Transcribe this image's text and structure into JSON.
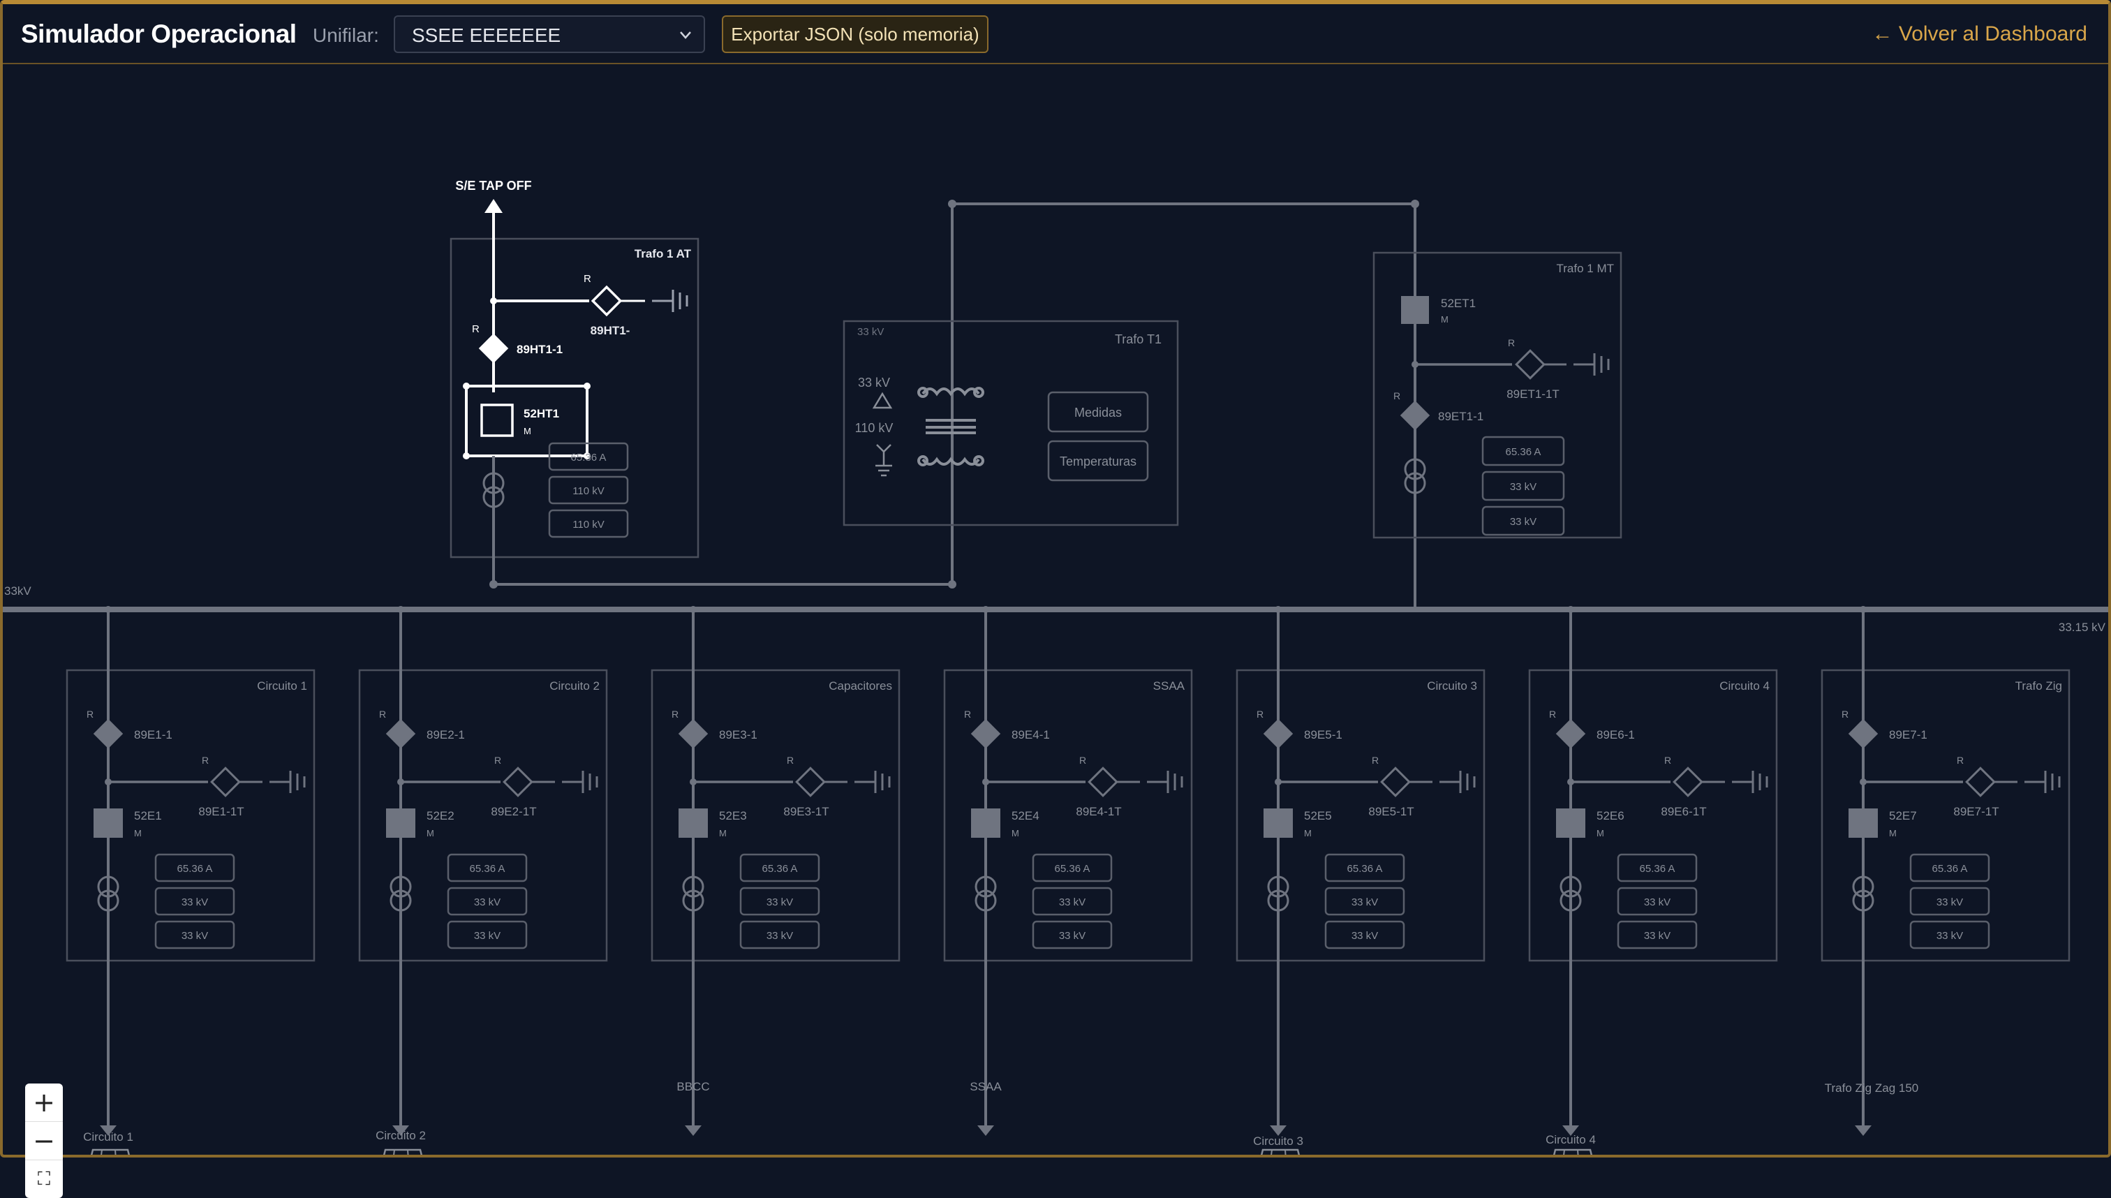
{
  "header": {
    "title": "Simulador Operacional",
    "unifilar_label": "Unifilar:",
    "unifilar_value": "SSEE ΕΕΕΕΕΕΕ",
    "export_button": "Exportar JSON (solo memoria)",
    "back_link": "← Volver al Dashboard"
  },
  "zoom": {
    "in": "+",
    "out": "−",
    "fit": "⛶"
  },
  "diagram": {
    "source": "S/E TAP OFF",
    "busbar_left_label": "33kV",
    "busbar_right_label": "33.15 kV",
    "trafo_at": {
      "title": "Trafo 1 AT",
      "disconnect": "89HT1-1",
      "ground_switch": "89HT1-",
      "breaker": "52HT1",
      "breaker_sub": "M",
      "r_mark": "R",
      "readings": [
        "65.36 A",
        "110 kV",
        "110 kV"
      ]
    },
    "trafo_t1": {
      "title": "Trafo T1",
      "corner_voltage": "33 kV",
      "hv_label": "33 kV",
      "lv_label": "110 kV",
      "btn_measures": "Medidas",
      "btn_temps": "Temperaturas"
    },
    "trafo_mt": {
      "title": "Trafo 1 MT",
      "breaker": "52ET1",
      "breaker_sub": "M",
      "ground_switch": "89ET1-1T",
      "disconnect": "89ET1-1",
      "r_mark": "R",
      "readings": [
        "65.36 A",
        "33 kV",
        "33 kV"
      ]
    },
    "feeders": [
      {
        "title": "Circuito 1",
        "disc": "89E1-1",
        "gnd": "89E1-1T",
        "brk": "52E1",
        "readings": [
          "65.36 A",
          "33 kV",
          "33 kV"
        ],
        "load": "Circuito 1",
        "load_type": "solar"
      },
      {
        "title": "Circuito 2",
        "disc": "89E2-1",
        "gnd": "89E2-1T",
        "brk": "52E2",
        "readings": [
          "65.36 A",
          "33 kV",
          "33 kV"
        ],
        "load": "Circuito 2",
        "load_type": "solar"
      },
      {
        "title": "Capacitores",
        "disc": "89E3-1",
        "gnd": "89E3-1T",
        "brk": "52E3",
        "readings": [
          "65.36 A",
          "33 kV",
          "33 kV"
        ],
        "load": "BBCC",
        "load_type": "arrow"
      },
      {
        "title": "SSAA",
        "disc": "89E4-1",
        "gnd": "89E4-1T",
        "brk": "52E4",
        "readings": [
          "65.36 A",
          "33 kV",
          "33 kV"
        ],
        "load": "SSAA",
        "load_type": "arrow"
      },
      {
        "title": "Circuito 3",
        "disc": "89E5-1",
        "gnd": "89E5-1T",
        "brk": "52E5",
        "readings": [
          "65.36 A",
          "33 kV",
          "33 kV"
        ],
        "load": "Circuito 3",
        "load_type": "solar"
      },
      {
        "title": "Circuito 4",
        "disc": "89E6-1",
        "gnd": "89E6-1T",
        "brk": "52E6",
        "readings": [
          "65.36 A",
          "33 kV",
          "33 kV"
        ],
        "load": "Circuito 4",
        "load_type": "solar"
      },
      {
        "title": "Trafo Zig",
        "disc": "89E7-1",
        "gnd": "89E7-1T",
        "brk": "52E7",
        "readings": [
          "65.36 A",
          "33 kV",
          "33 kV"
        ],
        "load": "Trafo Zig Zag 150",
        "load_type": "arrow"
      }
    ],
    "feeder_r_mark": "R",
    "feeder_breaker_sub": "M"
  },
  "colors": {
    "background": "#0e1525",
    "line": "#6f7480",
    "box_border": "#4a4f5c",
    "text": "#a6abb6",
    "active": "#ffffff",
    "accent": "#d9a64a"
  }
}
